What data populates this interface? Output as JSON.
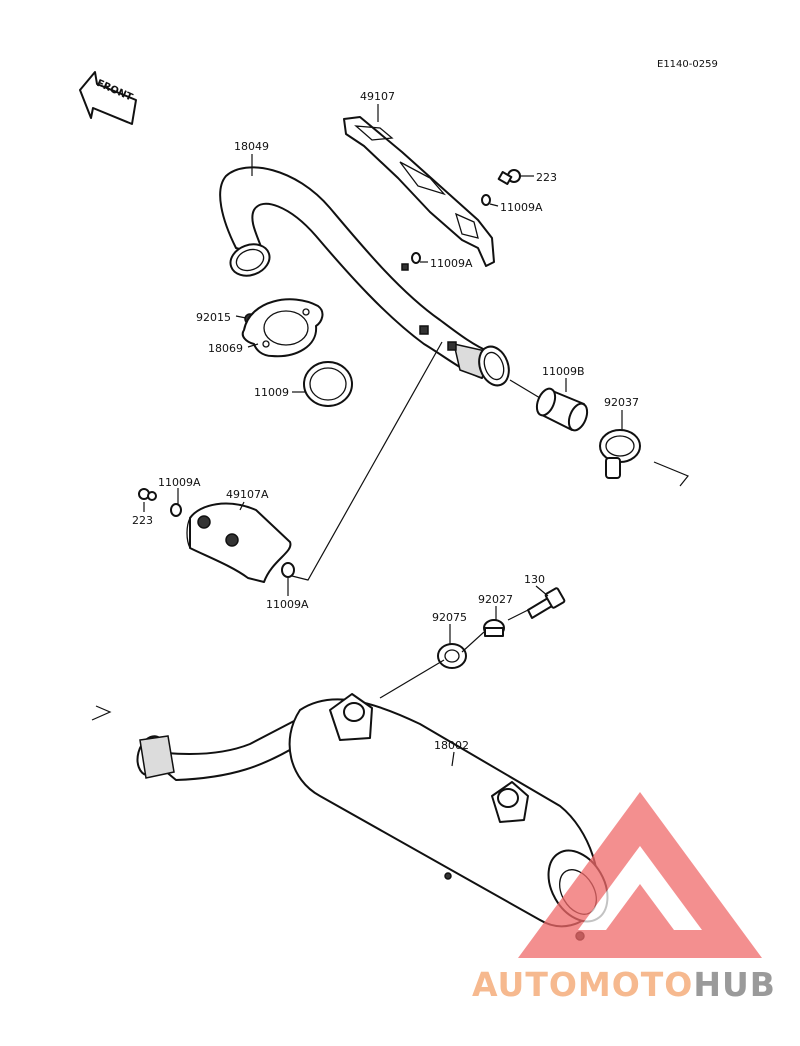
{
  "diagram_code": "E1140-0259",
  "front_label": "FRONT",
  "watermark": {
    "word_a": "AUTOMOTO",
    "word_b": "HUB",
    "color_a": "#f6b98f",
    "color_b": "#9a9a9a",
    "logo_color": "#f06a6a"
  },
  "parts": {
    "p49107": "49107",
    "p223_top": "223",
    "p11009a_top": "11009A",
    "p11009a_mid": "11009A",
    "p18049": "18049",
    "p92015": "92015",
    "p18069": "18069",
    "p11009": "11009",
    "p11009b": "11009B",
    "p92037": "92037",
    "p11009a_left": "11009A",
    "p49107a": "49107A",
    "p223_left": "223",
    "p11009a_bottom": "11009A",
    "p130": "130",
    "p92027": "92027",
    "p92075": "92075",
    "p18002": "18002"
  }
}
